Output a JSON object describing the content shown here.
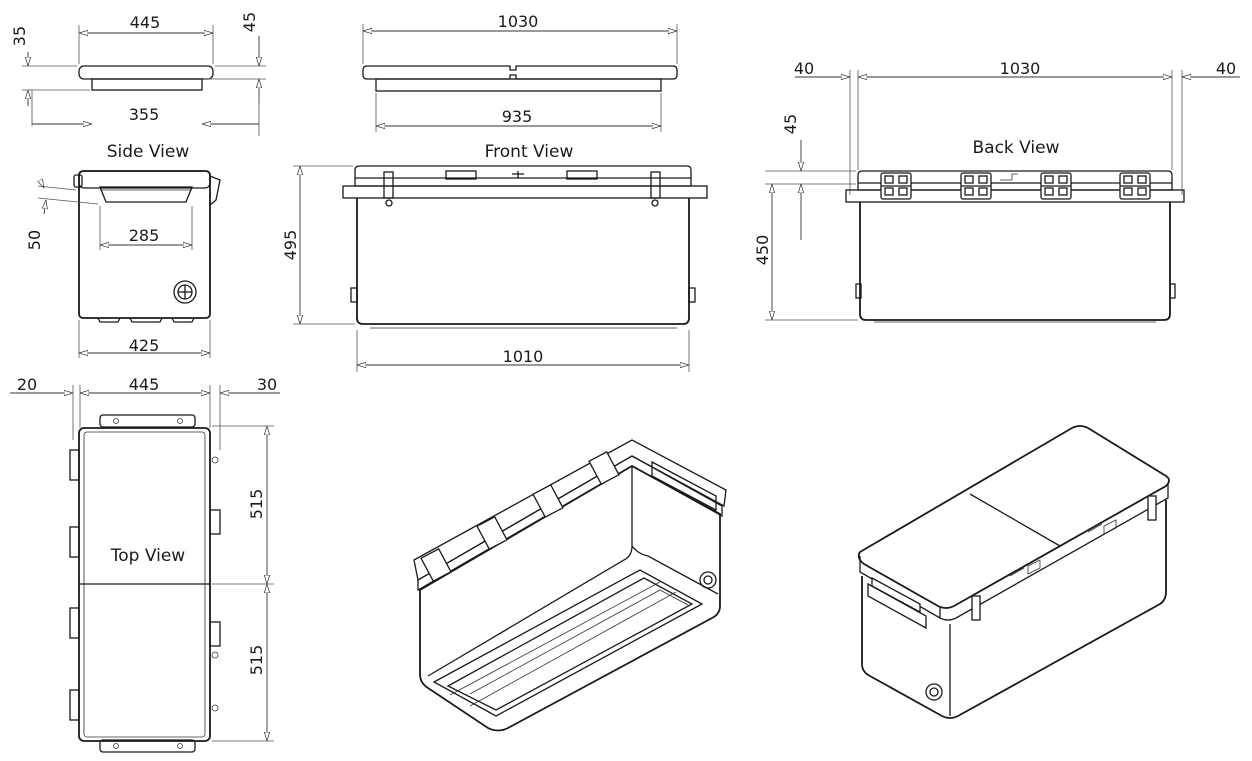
{
  "views": {
    "side": "Side View",
    "front": "Front View",
    "back": "Back View",
    "top": "Top View"
  },
  "dims": {
    "side_lid_width": "445",
    "side_lid_height": "45",
    "side_lid_thick": "35",
    "side_inner": "355",
    "side_handle": "285",
    "side_handle_drop": "50",
    "side_width": "425",
    "front_lid": "1030",
    "front_inner": "935",
    "front_height": "495",
    "front_width": "1010",
    "back_left": "40",
    "back_width": "1030",
    "back_right": "40",
    "back_lid": "45",
    "back_height": "450",
    "top_left": "20",
    "top_width": "445",
    "top_right": "30",
    "top_upper": "515",
    "top_lower": "515"
  }
}
